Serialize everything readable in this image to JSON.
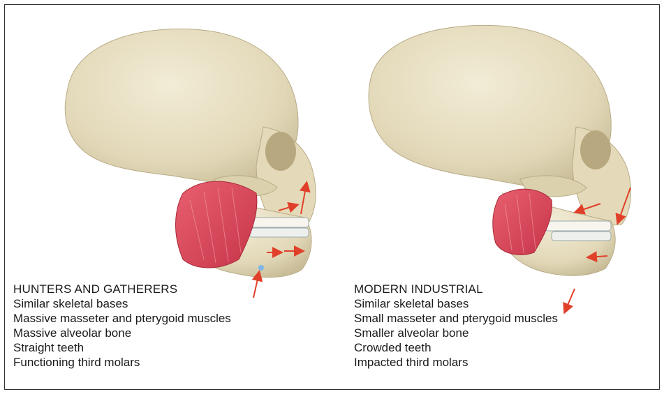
{
  "panels": {
    "left": {
      "title": "HUNTERS AND GATHERERS",
      "lines": [
        "Similar skeletal bases",
        "Massive masseter and pterygoid muscles",
        "Massive alveolar bone",
        "Straight teeth",
        "Functioning third molars"
      ]
    },
    "right": {
      "title": "MODERN INDUSTRIAL",
      "lines": [
        "Similar skeletal bases",
        "Small masseter and pterygoid muscles",
        "Smaller alveolar bone",
        "Crowded teeth",
        "Impacted third molars"
      ]
    }
  },
  "colors": {
    "bone": "#e9e1c7",
    "bone_shadow": "#c9bd98",
    "muscle": "#d9475a",
    "arrow": "#e0402a",
    "text": "#1a1a1a"
  }
}
